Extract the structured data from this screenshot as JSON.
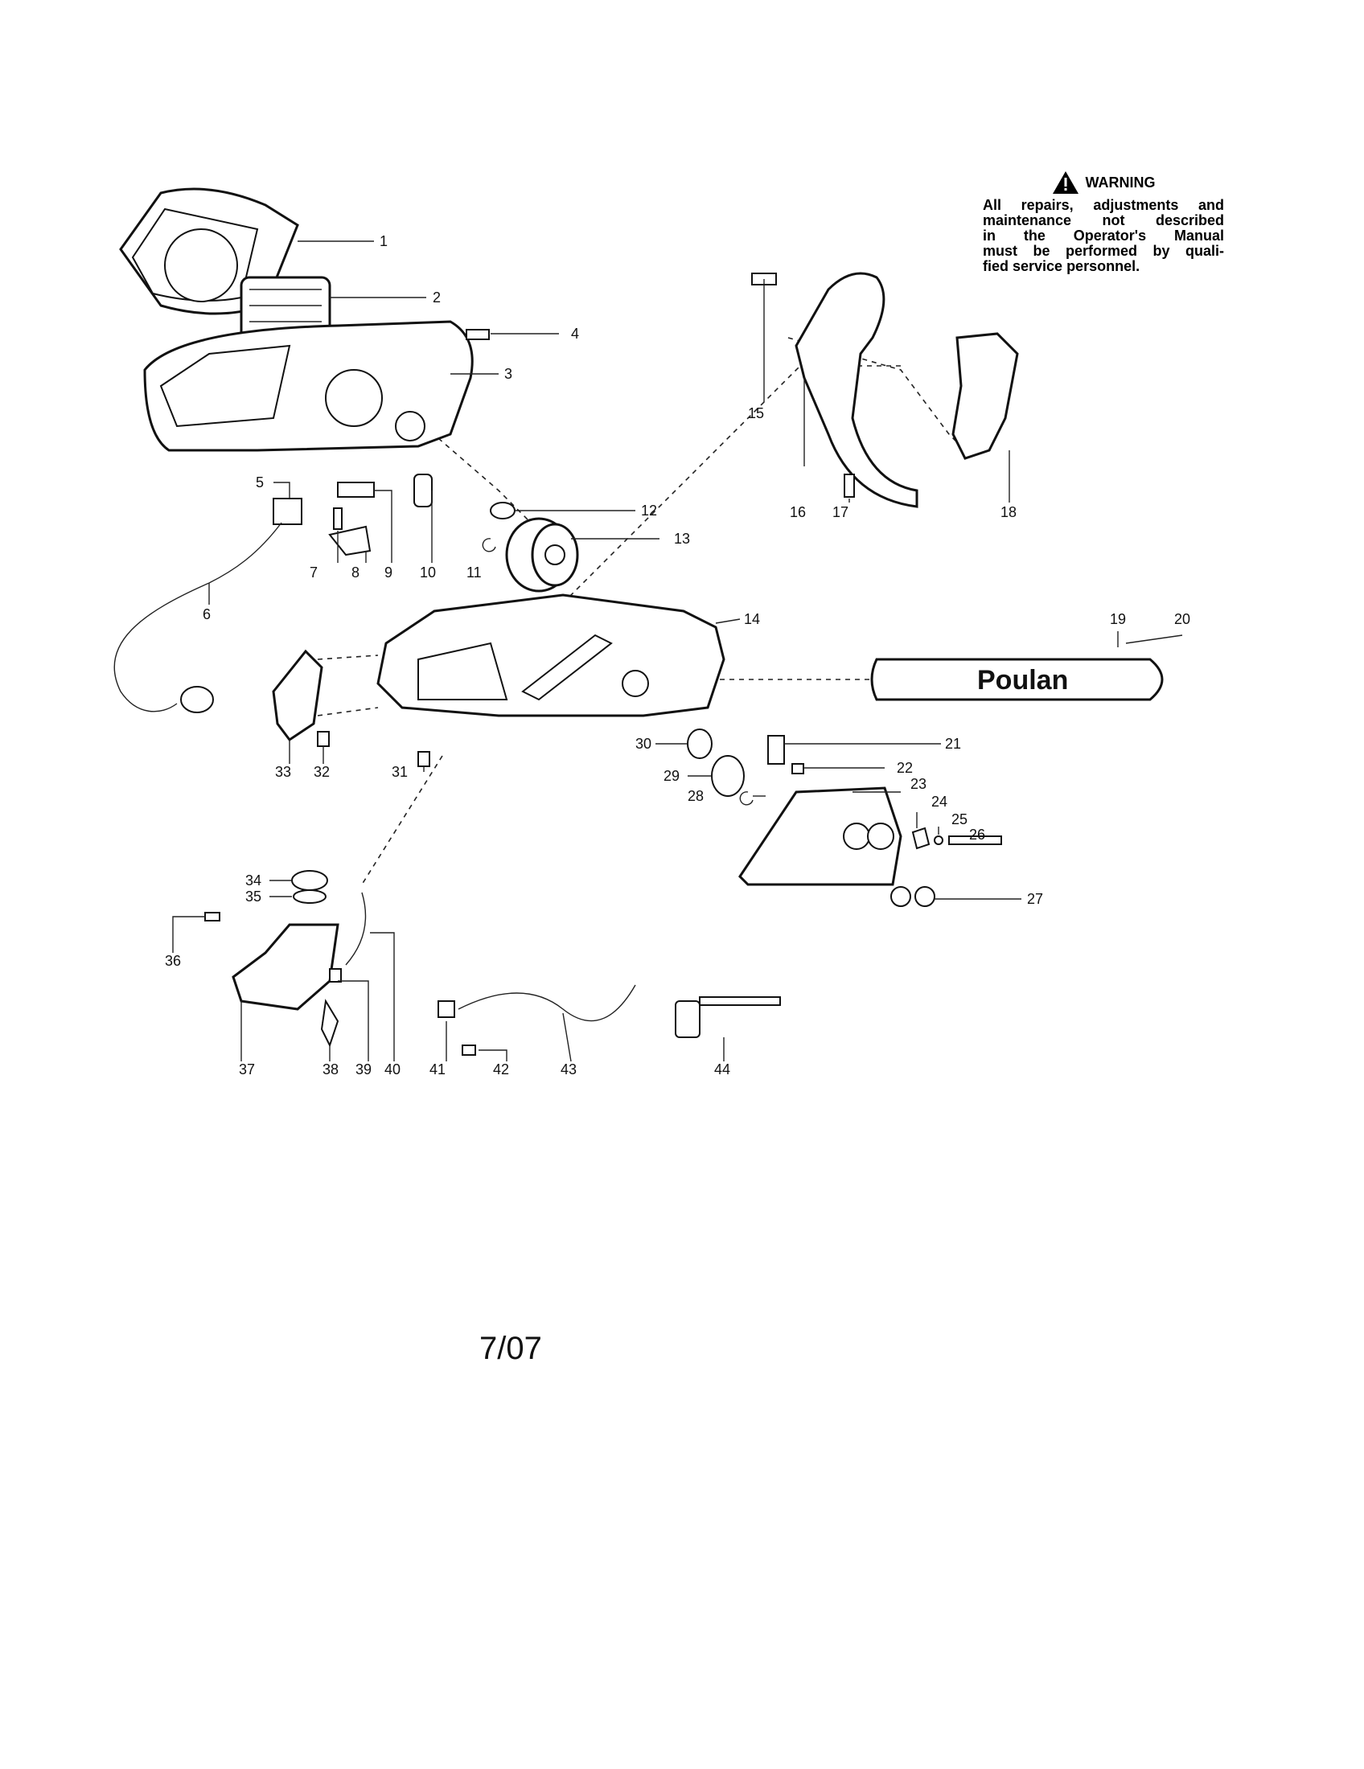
{
  "warning": {
    "heading": "WARNING",
    "lines": [
      "All repairs, adjustments and",
      "maintenance not described",
      "in the Operator's Manual",
      "must be performed by quali-",
      "fied service personnel."
    ]
  },
  "brand_label": "Poulan",
  "footer_date": "7/07",
  "callouts": [
    "1",
    "2",
    "3",
    "4",
    "5",
    "6",
    "7",
    "8",
    "9",
    "10",
    "11",
    "12",
    "13",
    "14",
    "15",
    "16",
    "17",
    "18",
    "19",
    "20",
    "21",
    "22",
    "23",
    "24",
    "25",
    "26",
    "27",
    "28",
    "29",
    "30",
    "31",
    "32",
    "33",
    "34",
    "35",
    "36",
    "37",
    "38",
    "39",
    "40",
    "41",
    "42",
    "43",
    "44"
  ]
}
